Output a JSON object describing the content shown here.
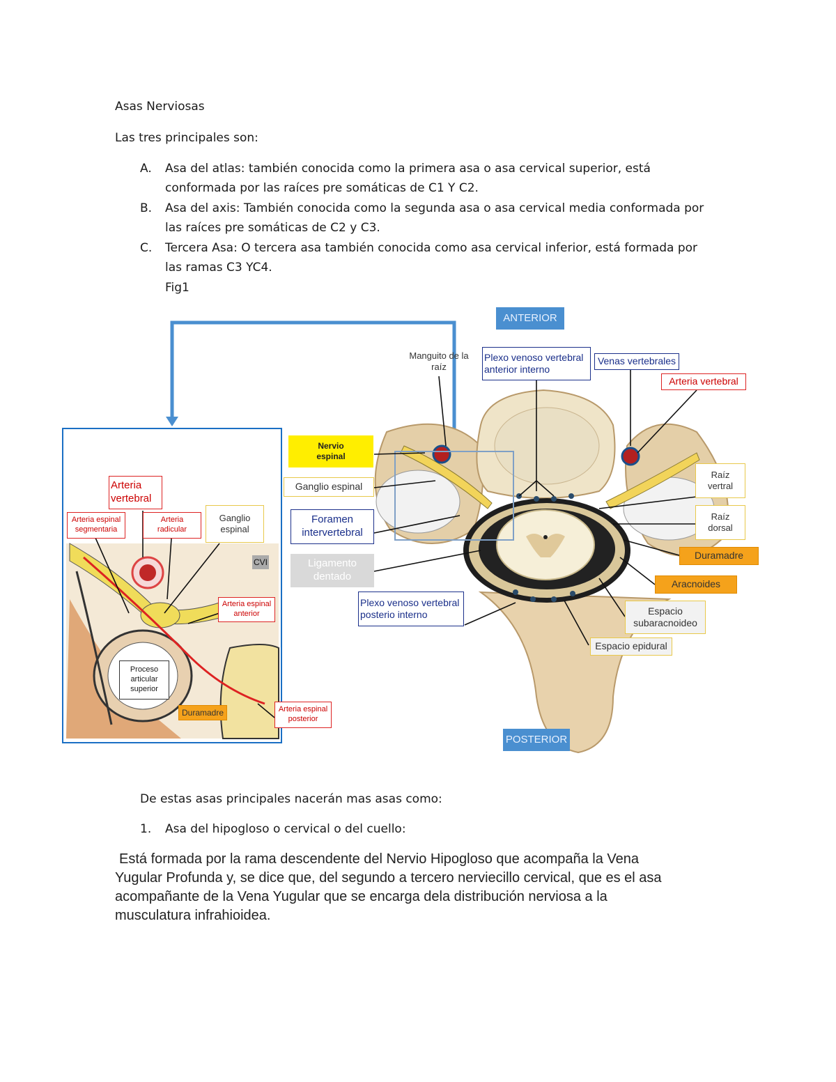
{
  "doc": {
    "title": "Asas Nerviosas",
    "intro": "Las tres principales son:",
    "items": [
      {
        "marker": "A.",
        "line1": "Asa del atlas: también conocida como la primera asa o asa cervical superior, está",
        "line2": "conformada por las raíces pre somáticas de C1 Y C2."
      },
      {
        "marker": "B.",
        "line1": "Asa del axis: También conocida como la segunda asa o asa cervical media conformada por",
        "line2": "las raíces pre somáticas de C2 y C3."
      },
      {
        "marker": "C.",
        "line1": "Tercera Asa: O tercera asa también conocida como asa cervical inferior, está formada por",
        "line2": "las ramas C3 YC4."
      }
    ],
    "fig_caption": "Fig1",
    "after_fig": "De estas asas principales nacerán mas asas como:",
    "list2": [
      {
        "marker": "1.",
        "text": "Asa del hipogloso o cervical o del cuello:"
      }
    ],
    "paragraph": [
      "Está formada por la rama descendente del Nervio Hipogloso que acompaña la Vena",
      "Yugular Profunda y, se dice que, del segundo a tercero nerviecillo cervical, que es el asa",
      "acompañante de la Vena Yugular que se encarga dela distribución nerviosa a la",
      "musculatura infrahioidea."
    ]
  },
  "figure": {
    "anterior": "ANTERIOR",
    "posterior": "POSTERIOR",
    "right_labels": {
      "manguito_1": "Manguito de la",
      "manguito_2": "raíz",
      "plexo_ant_1": "Plexo venoso vertebral",
      "plexo_ant_2": "anterior interno",
      "venas": "Venas vertebrales",
      "arteria_vert": "Arteria vertebral",
      "nervio_1": "Nervio",
      "nervio_2": "espinal",
      "ganglio": "Ganglio espinal",
      "foramen_1": "Foramen",
      "foramen_2": "intervertebral",
      "ligamento_1": "Ligamento",
      "ligamento_2": "dentado",
      "plexo_post_1": "Plexo venoso vertebral",
      "plexo_post_2": "posterio interno",
      "raiz_v_1": "Raíz",
      "raiz_v_2": "vertral",
      "raiz_d_1": "Raíz",
      "raiz_d_2": "dorsal",
      "duramadre": "Duramadre",
      "aracnoides": "Aracnoides",
      "subarac_1": "Espacio",
      "subarac_2": "subaracnoideo",
      "epidural": "Espacio epidural"
    },
    "left_labels": {
      "arteria_vert_1": "Arteria",
      "arteria_vert_2": "vertebral",
      "art_seg_1": "Arteria espinal",
      "art_seg_2": "segmentaria",
      "art_rad_1": "Arteria",
      "art_rad_2": "radicular",
      "ganglio_1": "Ganglio",
      "ganglio_2": "espinal",
      "cvi": "CVI",
      "art_ant_1": "Arteria espinal",
      "art_ant_2": "anterior",
      "proceso_1": "Proceso",
      "proceso_2": "articular",
      "proceso_3": "superior",
      "duramadre": "Duramadre",
      "art_post_1": "Arteria espinal",
      "art_post_2": "posterior"
    }
  }
}
